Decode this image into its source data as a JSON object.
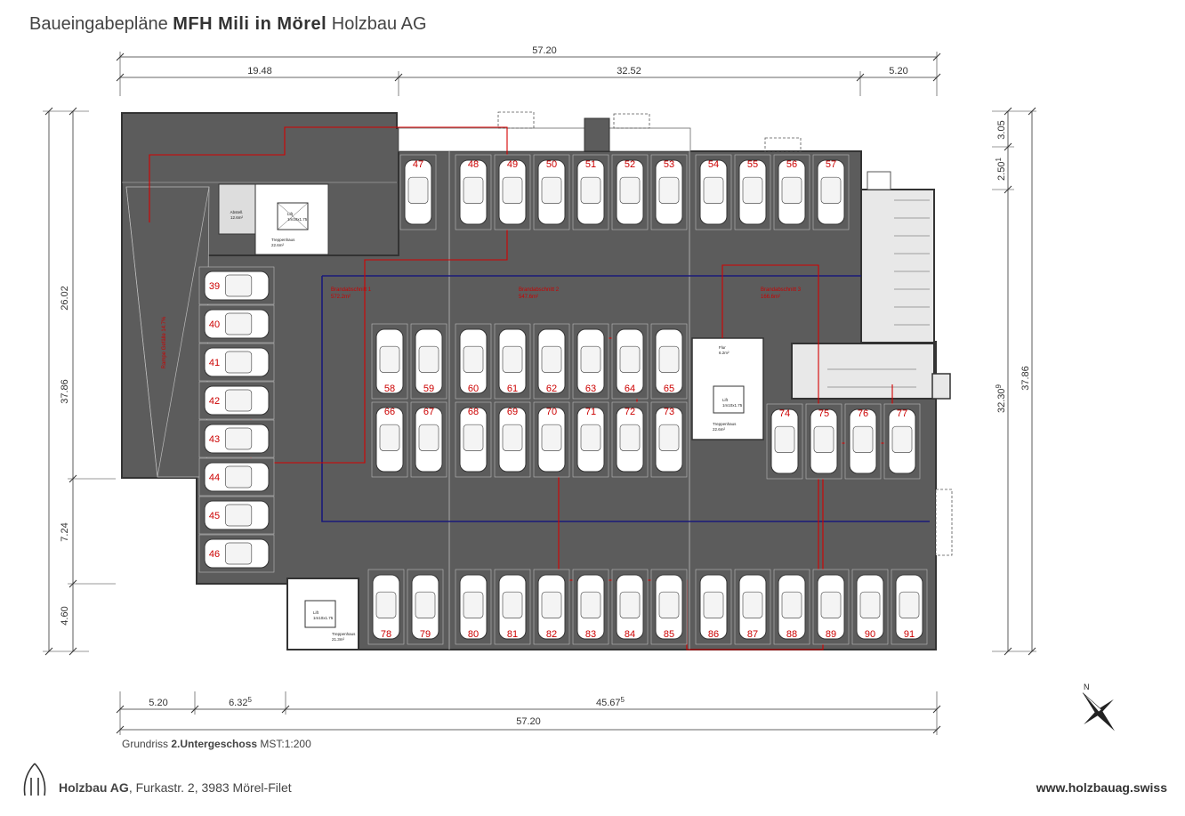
{
  "header": {
    "title_prefix": "Baueingabepläne",
    "title_project": "MFH Mili in Mörel",
    "title_company": "Holzbau AG"
  },
  "plan": {
    "subtitle_prefix": "Grundriss",
    "subtitle_level": "2.Untergeschoss",
    "subtitle_scale": "MST:1:200",
    "colors": {
      "floor": "#5a5a5a",
      "wall": "#444444",
      "fire_line": "#d40000",
      "drive_line": "#1a1a7a"
    },
    "dims_top": {
      "total": "57.20",
      "seg1": "19.48",
      "seg2": "32.52",
      "seg3": "5.20"
    },
    "dims_bottom": {
      "total": "57.20",
      "seg1": "5.20",
      "seg2": "6.32",
      "seg2_sup": "5",
      "seg3": "45.67",
      "seg3_sup": "5"
    },
    "dims_left": {
      "total": "37.86",
      "seg1": "26.02",
      "seg2": "7.24",
      "seg3": "4.60"
    },
    "dims_right": {
      "total": "37.86",
      "seg1": "3.05",
      "seg2": "2.50",
      "seg2_sup": "1",
      "seg3": "32.30",
      "seg3_sup": "9"
    },
    "zones": [
      {
        "name": "Brandabschnitt 1",
        "area": "572.2m²"
      },
      {
        "name": "Brandabschnitt 2",
        "area": "547.6m²"
      },
      {
        "name": "Brandabschnitt 3",
        "area": "166.6m²"
      }
    ],
    "rooms": {
      "lift": "Lift",
      "lift_size": "1m10x1.75",
      "stair": "Treppenhaus",
      "stair_area": "22.6m²",
      "stair2_area": "22.6m²",
      "stair3_area": "21.3m²",
      "flur": "Flur",
      "flur_area": "6.2m²",
      "abstell": "Abstell.",
      "abstell_area": "12.6m²",
      "ramp": "Rampe Gefälle 14.7%"
    },
    "stalls_top_a": [
      "47"
    ],
    "stalls_top_b": [
      "48",
      "49",
      "50",
      "51",
      "52",
      "53"
    ],
    "stalls_top_c": [
      "54",
      "55",
      "56",
      "57"
    ],
    "stalls_left": [
      "39",
      "40",
      "41",
      "42",
      "43",
      "44",
      "45",
      "46"
    ],
    "stalls_mid_up_a": [
      "58",
      "59"
    ],
    "stalls_mid_up_b": [
      "60",
      "61",
      "62",
      "63",
      "64",
      "65"
    ],
    "stalls_mid_lo_a": [
      "66",
      "67"
    ],
    "stalls_mid_lo_b": [
      "68",
      "69",
      "70",
      "71",
      "72",
      "73"
    ],
    "stalls_right_mid": [
      "74",
      "75",
      "76",
      "77"
    ],
    "stalls_bottom_a": [
      "78",
      "79"
    ],
    "stalls_bottom_b": [
      "80",
      "81",
      "82",
      "83",
      "84",
      "85"
    ],
    "stalls_bottom_c": [
      "86",
      "87",
      "88",
      "89",
      "90",
      "91"
    ]
  },
  "footer": {
    "company": "Holzbau AG",
    "address": ", Furkastr. 2, 3983 Mörel-Filet",
    "website": "www.holzbauag.swiss"
  }
}
